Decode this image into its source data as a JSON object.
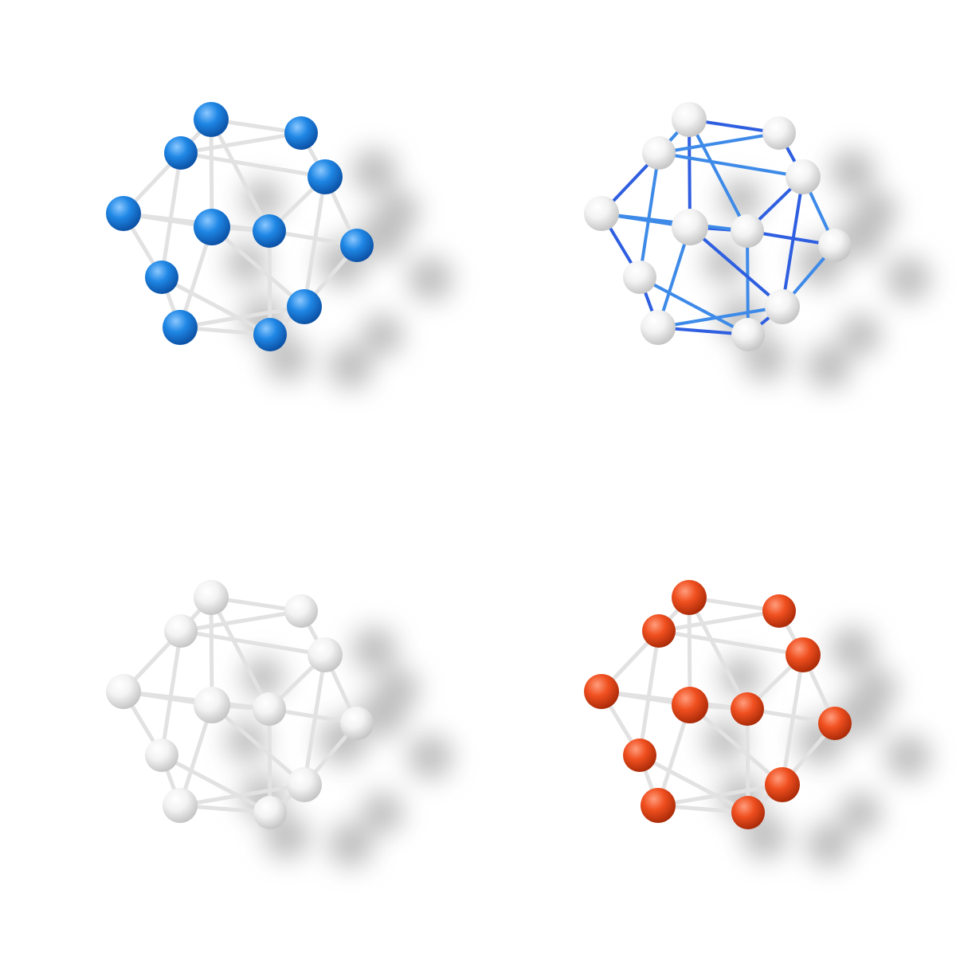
{
  "background_color": "#ffffff",
  "shadow_color": "#8a8a8a",
  "models": [
    {
      "id": "blue-spheres",
      "sphere_style": "blue",
      "link_style": "white"
    },
    {
      "id": "blue-links",
      "sphere_style": "white",
      "link_style": "blue"
    },
    {
      "id": "all-white",
      "sphere_style": "white",
      "link_style": "white"
    },
    {
      "id": "orange-spheres",
      "sphere_style": "orange",
      "link_style": "white"
    }
  ],
  "colors": {
    "blue": {
      "base": "#1f87e5",
      "highlight": "#8cc8ff",
      "shade": "#0b4fa3"
    },
    "white": {
      "base": "#f3f3f3",
      "highlight": "#ffffff",
      "shade": "#c4c4c4"
    },
    "orange": {
      "base": "#f04f1f",
      "highlight": "#ff9d7d",
      "shade": "#a82a08"
    },
    "link_white": "#e2e2e2",
    "link_blue_a": "#2f5fe0",
    "link_blue_b": "#3e8ae8"
  }
}
